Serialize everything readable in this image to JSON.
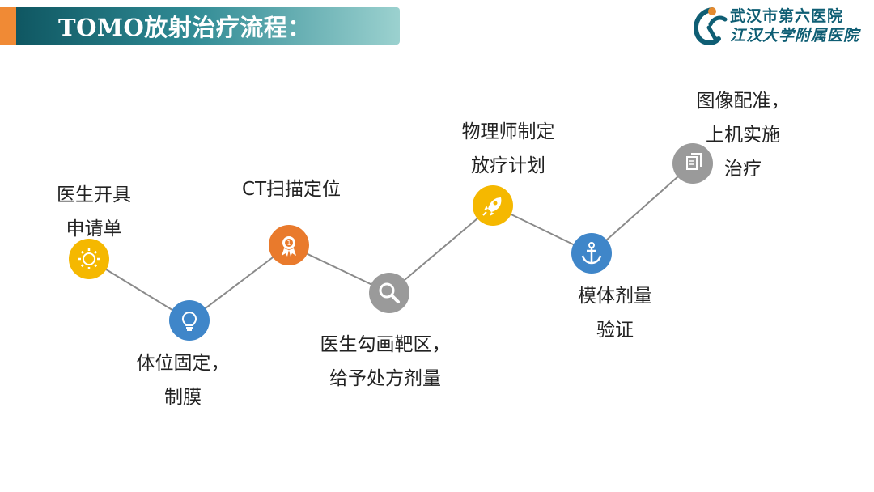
{
  "title": "TOMO放射治疗流程：",
  "logo": {
    "line1": "武汉市第六医院",
    "line2": "江汉大学附属医院",
    "colors": {
      "primary": "#0f5e74",
      "accent": "#e58a2e"
    }
  },
  "steps": [
    {
      "icon": "sun-gear-icon",
      "color": "#f5b800",
      "lines": [
        "医生开具",
        "申请单"
      ]
    },
    {
      "icon": "lightbulb-icon",
      "color": "#3f86c9",
      "lines": [
        "体位固定，",
        "制膜"
      ]
    },
    {
      "icon": "award-badge-icon",
      "color": "#e97a2c",
      "lines": [
        "CT扫描定位"
      ]
    },
    {
      "icon": "magnifier-icon",
      "color": "#9a9a9a",
      "lines": [
        "医生勾画靶区，",
        "给予处方剂量"
      ]
    },
    {
      "icon": "rocket-icon",
      "color": "#f5b800",
      "lines": [
        "物理师制定",
        "放疗计划"
      ]
    },
    {
      "icon": "anchor-icon",
      "color": "#3f86c9",
      "lines": [
        "模体剂量",
        "验证"
      ]
    },
    {
      "icon": "documents-icon",
      "color": "#9a9a9a",
      "lines": [
        "图像配准，",
        "上机实施",
        "治疗"
      ]
    }
  ]
}
